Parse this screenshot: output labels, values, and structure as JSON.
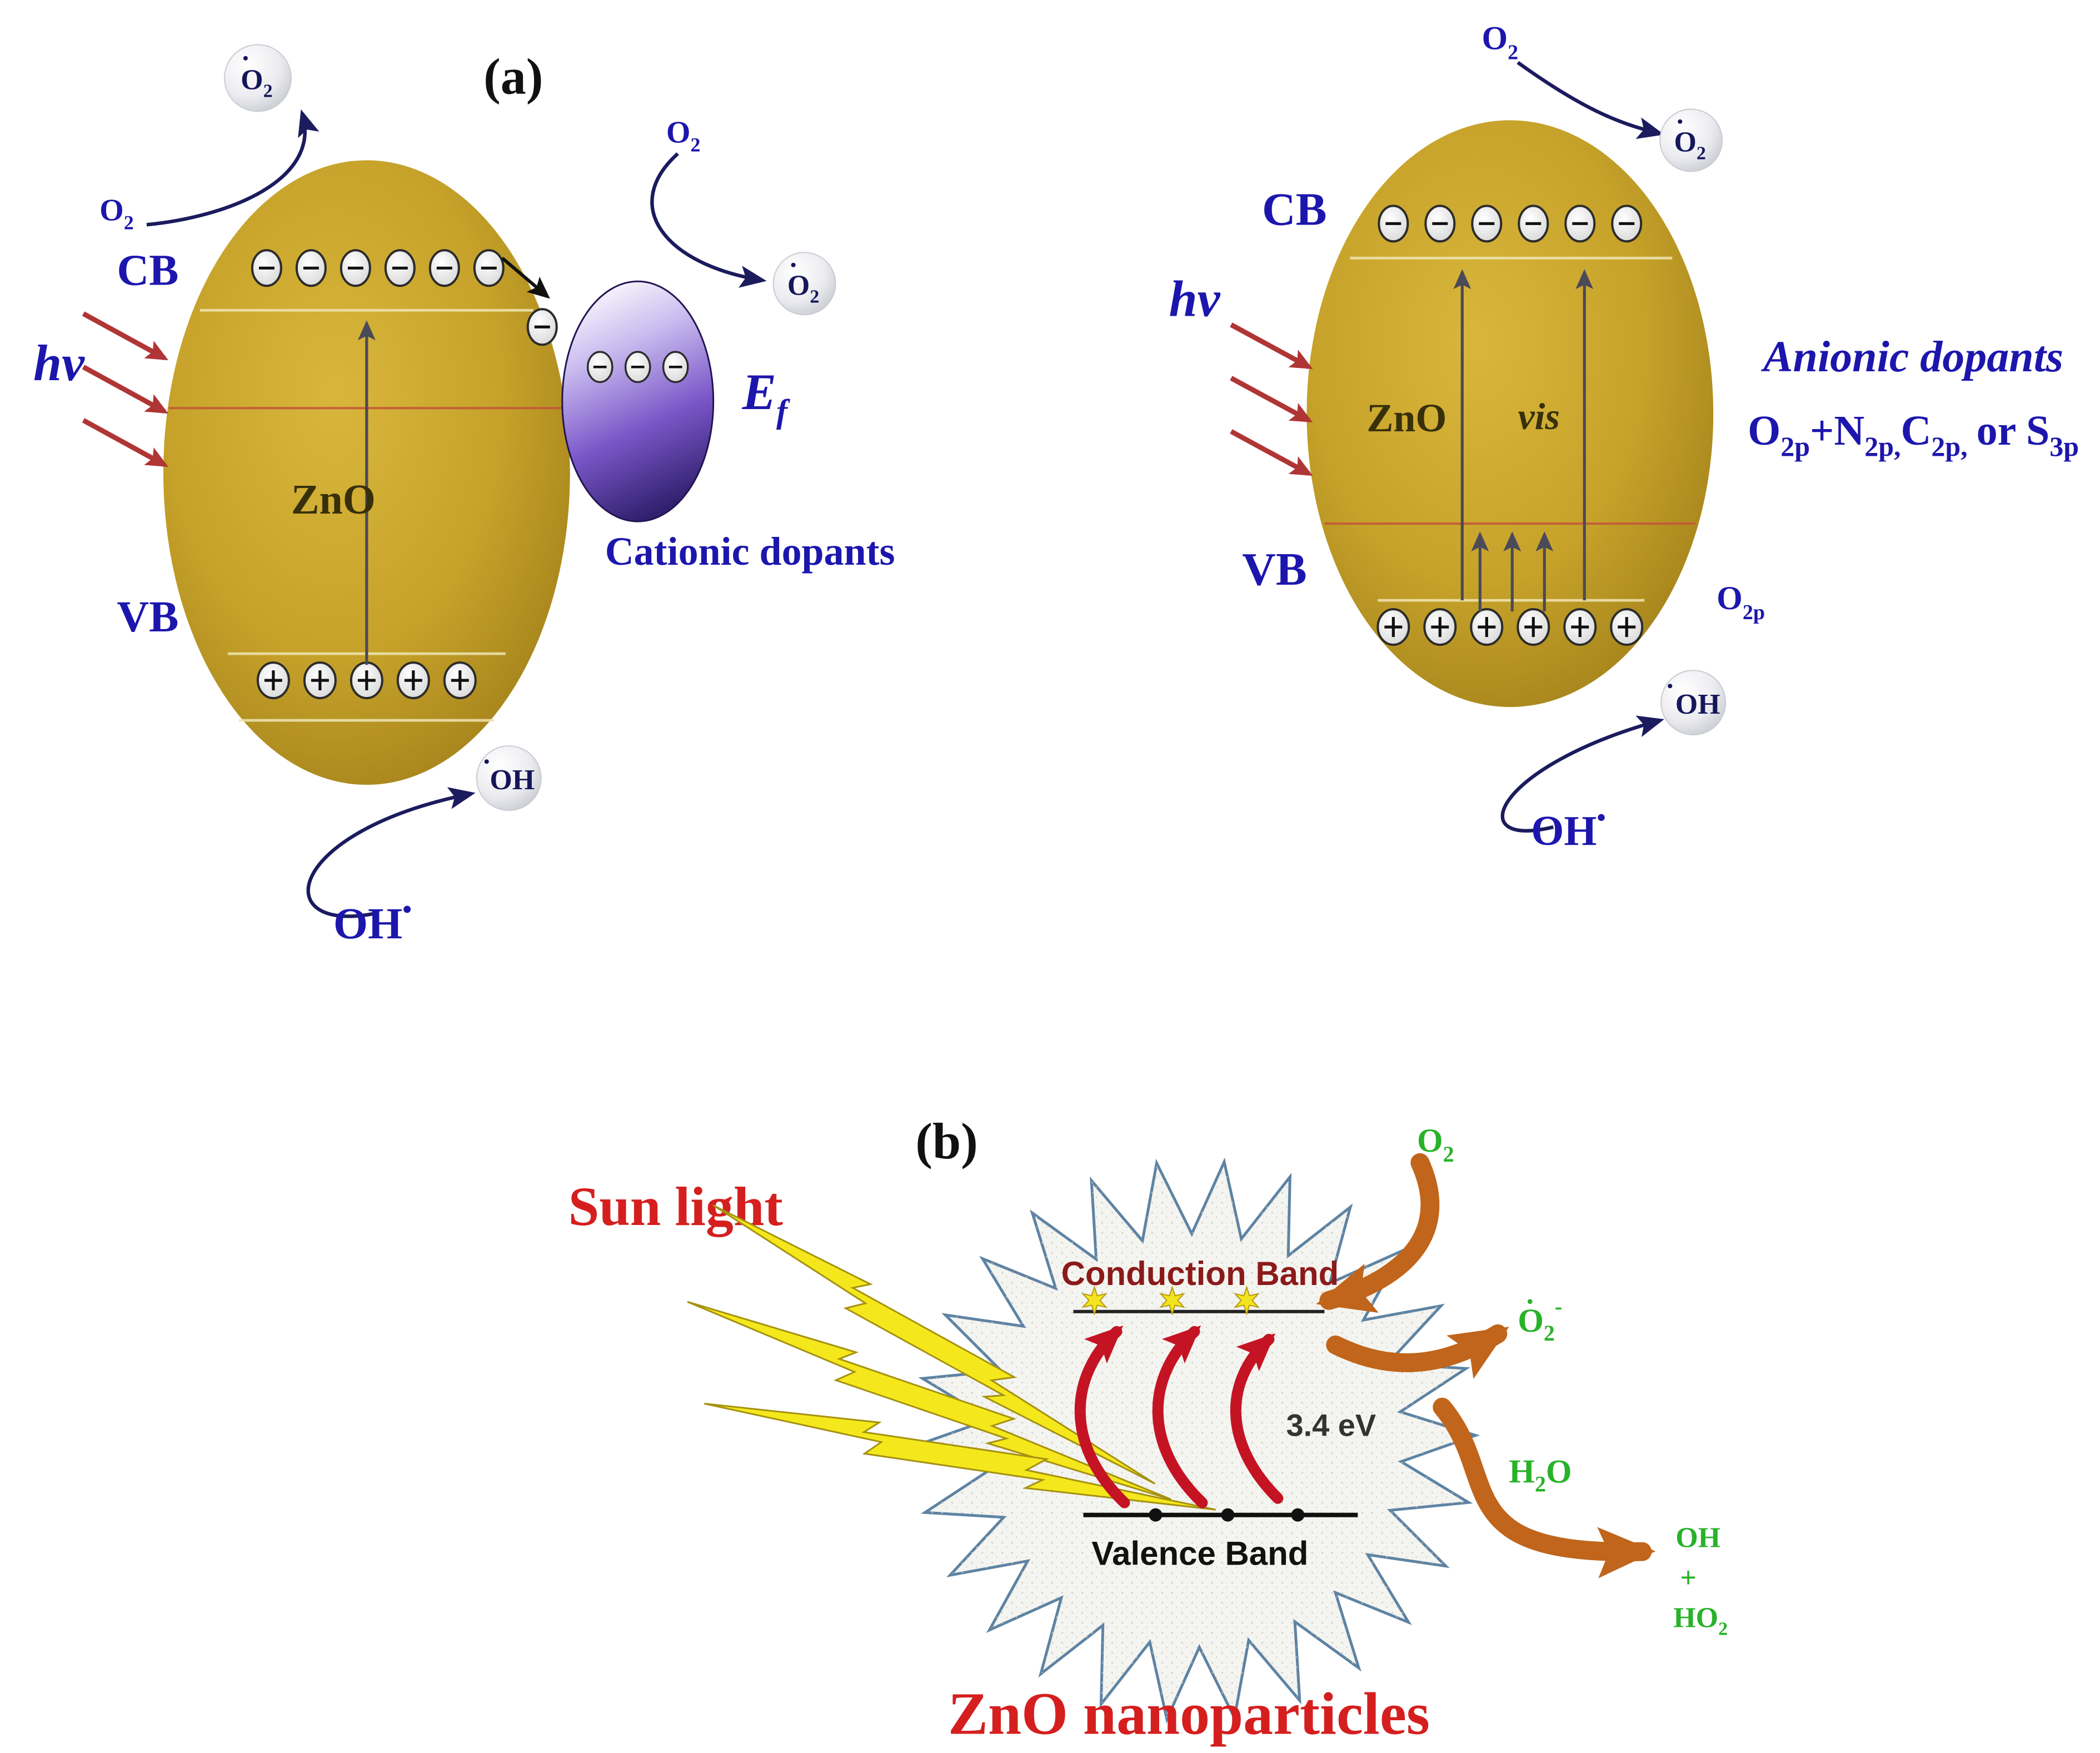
{
  "colors": {
    "particle_gold": "#C7A32B",
    "dopant_purple": "#4A2F8F",
    "label_blue": "#1C16AD",
    "hv_arrow_red": "#B03535",
    "excitation_red": "#C41424",
    "caption_red": "#D51F1F",
    "band_label_red": "#8B1A1A",
    "product_green": "#28B228",
    "arrow_orange": "#C0651B"
  },
  "panel_a": {
    "label": "(a)",
    "left": {
      "superoxide_top": {
        "dot": "•",
        "base": "O",
        "sub": "2"
      },
      "o2_feed": {
        "base": "O",
        "sub": "2"
      },
      "cb_label": "CB",
      "hv_label": "hν",
      "zno_label": "ZnO",
      "vb_label": "VB",
      "hydroxyl_sphere": {
        "dot": "•",
        "text": "OH"
      },
      "hydroxyl_source": {
        "text": "OH",
        "dot": "•"
      },
      "dopant": {
        "o2_feed": {
          "base": "O",
          "sub": "2"
        },
        "superoxide": {
          "dot": "•",
          "base": "O",
          "sub": "2"
        },
        "fermi_label": {
          "base": "E",
          "sub": "f"
        },
        "caption": "Cationic dopants"
      }
    },
    "right": {
      "o2_feed": {
        "base": "O",
        "sub": "2"
      },
      "superoxide": {
        "dot": "•",
        "base": "O",
        "sub": "2"
      },
      "cb_label": "CB",
      "hv_label": "hν",
      "zno_label": "ZnO",
      "vis_label": "vis",
      "vb_label": "VB",
      "o2p_label": {
        "base": "O",
        "sub": "2p"
      },
      "anionic_title": "Anionic dopants",
      "anionic_formula": {
        "p1": "O",
        "s1": "2p",
        "p2": "+N",
        "s2": "2p,",
        "p3": "C",
        "s3": "2p,",
        "p4": "or S",
        "s4": "3p"
      },
      "hydroxyl_sphere": {
        "dot": "•",
        "text": "OH"
      },
      "hydroxyl_source": {
        "text": "OH",
        "dot": "•"
      }
    }
  },
  "panel_b": {
    "label": "(b)",
    "sun_light": "Sun light",
    "conduction_band": "Conduction Band",
    "valence_band": "Valence Band",
    "band_gap": "3.4 eV",
    "caption": "ZnO nanoparticles",
    "o2": {
      "base": "O",
      "sub": "2"
    },
    "superoxide": {
      "dot": "•",
      "base": "O",
      "sub": "2",
      "sup": "-"
    },
    "h2o": {
      "p1": "H",
      "s1": "2",
      "p2": "O"
    },
    "products": {
      "oh": "OH",
      "plus": "+",
      "ho2_base": "HO",
      "ho2_sub": "2"
    }
  }
}
